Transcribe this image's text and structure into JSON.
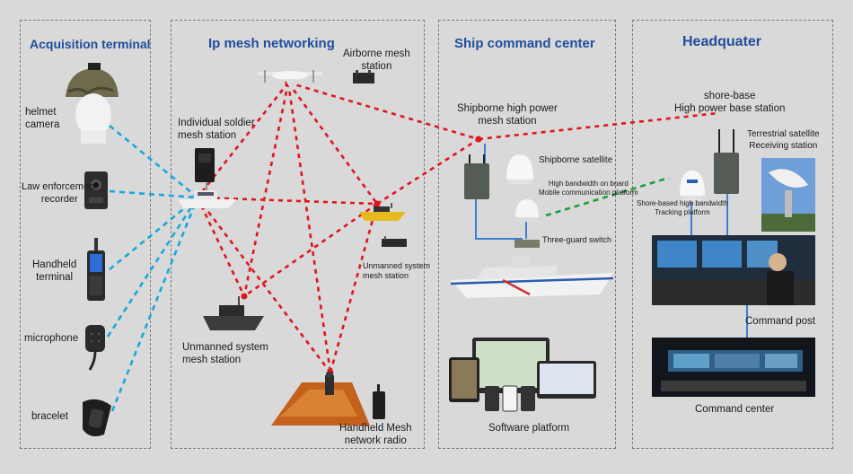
{
  "sections": {
    "acquisition": "Acquisition terminal",
    "mesh": "Ip mesh networking",
    "ship": "Ship command center",
    "hq": "Headquater"
  },
  "acquisition_items": {
    "helmet": "helmet\ncamera",
    "law": "Law enforcement\nrecorder",
    "handheld": "Handheld\nterminal",
    "microphone": "microphone",
    "bracelet": "bracelet"
  },
  "mesh_items": {
    "airborne": "Airborne mesh\nstation",
    "soldier": "Individual soldier\nmesh station",
    "unmanned_small": "Unmanned system\nmesh station",
    "unmanned_large": "Unmanned system\nmesh station",
    "radio": "Handheld Mesh\nnetwork radio"
  },
  "ship_items": {
    "shipborne_high": "Shipborne high power\nmesh station",
    "satellite": "Shipborne satellite",
    "bandwidth": "High bandwidth on board\nMobile communication platform",
    "switch": "Three-guard switch",
    "software": "Software platform"
  },
  "hq_items": {
    "shore": "shore-base\nHigh power base station",
    "terrestrial": "Terrestrial satellite\nReceiving station",
    "shore_sat": "Shore-based high bandwidth\nTracking platform",
    "command_post": "Command post",
    "command_center": "Command center"
  },
  "colors": {
    "title": "#1f4e9c",
    "mesh_link": "#e0161d",
    "terminal_link": "#1aa7dd",
    "satellite_link": "#1a9e3a",
    "wired_link": "#3f7fd1"
  }
}
